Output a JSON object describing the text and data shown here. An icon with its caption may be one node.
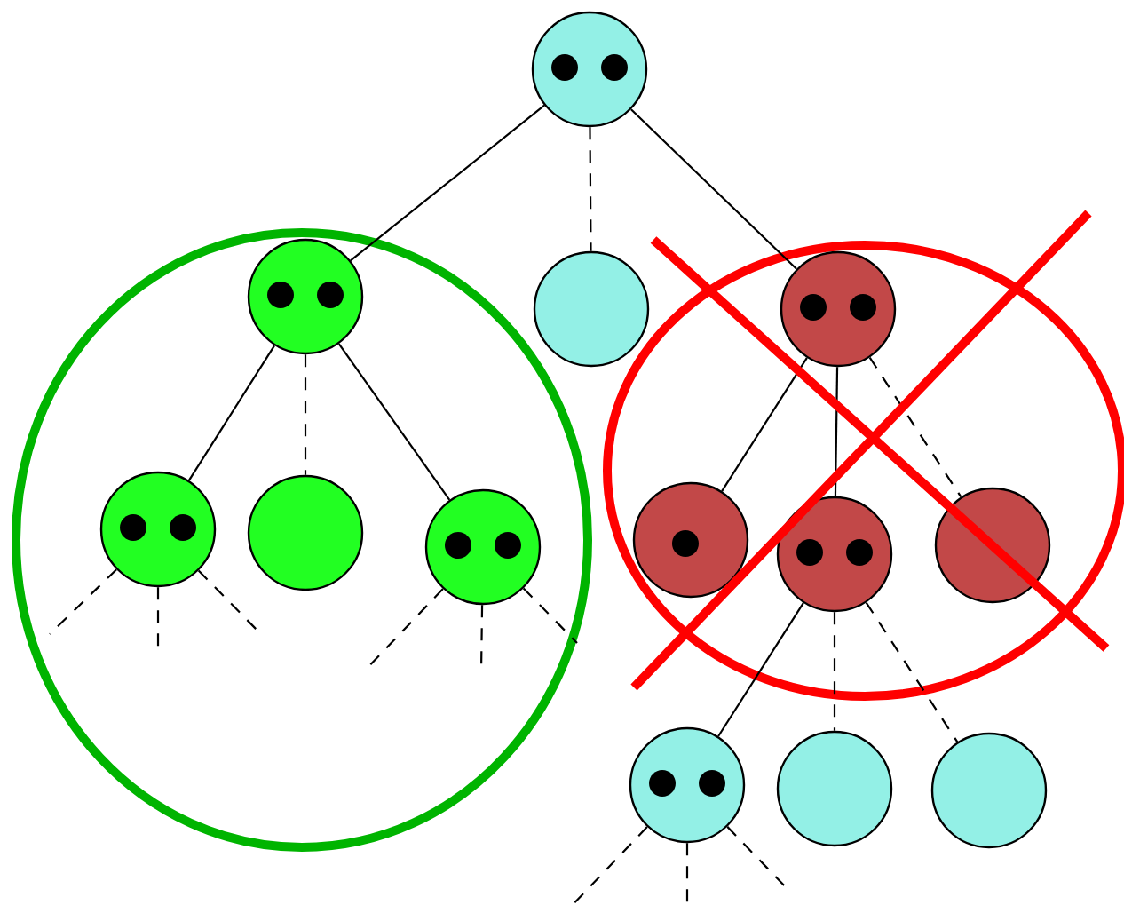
{
  "diagram": {
    "nodes": [
      {
        "text": [],
        "shape": "circle"
      },
      {
        "text": [],
        "shape": "ellipse"
      },
      {
        "text": [],
        "shape": "circle",
        "in": 1
      },
      {
        "text": [],
        "shape": "circle",
        "in": 1
      },
      {
        "text": [],
        "shape": "circle",
        "in": 1
      },
      {
        "text": [],
        "shape": "circle",
        "in": 1
      },
      {
        "text": [],
        "shape": "circle"
      },
      {
        "text": [],
        "shape": "ellipse"
      },
      {
        "text": [],
        "shape": "circle",
        "in": 7
      },
      {
        "text": [],
        "shape": "circle",
        "in": 7
      },
      {
        "text": [],
        "shape": "circle",
        "in": 7
      },
      {
        "text": [],
        "shape": "circle",
        "in": 7
      },
      {
        "text": [],
        "shape": "circle"
      },
      {
        "text": [],
        "shape": "circle"
      },
      {
        "text": [],
        "shape": "circle"
      }
    ],
    "edges": [
      {
        "from": 0,
        "to": 2,
        "arrow": "none"
      },
      {
        "from": 0,
        "to": 6,
        "arrow": "none",
        "style": "dashed"
      },
      {
        "from": 0,
        "to": 8,
        "arrow": "none"
      },
      {
        "from": 2,
        "to": 3,
        "arrow": "none"
      },
      {
        "from": 2,
        "to": 4,
        "arrow": "none",
        "style": "dashed"
      },
      {
        "from": 2,
        "to": 5,
        "arrow": "none"
      },
      {
        "from": 3,
        "to": null,
        "arrow": "none",
        "style": "dashed"
      },
      {
        "from": 3,
        "to": null,
        "arrow": "none",
        "style": "dashed"
      },
      {
        "from": 3,
        "to": null,
        "arrow": "none",
        "style": "dashed"
      },
      {
        "from": 5,
        "to": null,
        "arrow": "none",
        "style": "dashed"
      },
      {
        "from": 5,
        "to": null,
        "arrow": "none",
        "style": "dashed"
      },
      {
        "from": 5,
        "to": null,
        "arrow": "none",
        "style": "dashed"
      },
      {
        "from": 8,
        "to": 9,
        "arrow": "none"
      },
      {
        "from": 8,
        "to": 10,
        "arrow": "none"
      },
      {
        "from": 8,
        "to": 11,
        "arrow": "none",
        "style": "dashed"
      },
      {
        "from": 10,
        "to": 12,
        "arrow": "none"
      },
      {
        "from": 10,
        "to": 13,
        "arrow": "none",
        "style": "dashed"
      },
      {
        "from": 10,
        "to": 14,
        "arrow": "none",
        "style": "dashed"
      },
      {
        "from": 12,
        "to": null,
        "arrow": "none",
        "style": "dashed"
      },
      {
        "from": 12,
        "to": null,
        "arrow": "none",
        "style": "dashed"
      },
      {
        "from": 12,
        "to": null,
        "arrow": "none",
        "style": "dashed"
      }
    ]
  }
}
